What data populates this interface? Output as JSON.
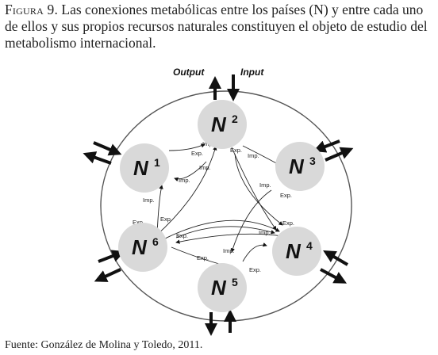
{
  "caption": {
    "label": "Figura 9.",
    "text": "Las conexiones metabólicas entre los países (N) y entre cada uno de ellos y sus propios recursos naturales constituyen el objeto de estudio del metabolismo internacional."
  },
  "figure": {
    "output_label": "Output",
    "input_label": "Input",
    "nodes": [
      {
        "letter": "N",
        "sup": "1"
      },
      {
        "letter": "N",
        "sup": "2"
      },
      {
        "letter": "N",
        "sup": "3"
      },
      {
        "letter": "N",
        "sup": "4"
      },
      {
        "letter": "N",
        "sup": "5"
      },
      {
        "letter": "N",
        "sup": "6"
      }
    ],
    "exp": "Exp.",
    "imp": "Imp."
  },
  "source": "Fuente: González de Molina y Toledo, 2011."
}
